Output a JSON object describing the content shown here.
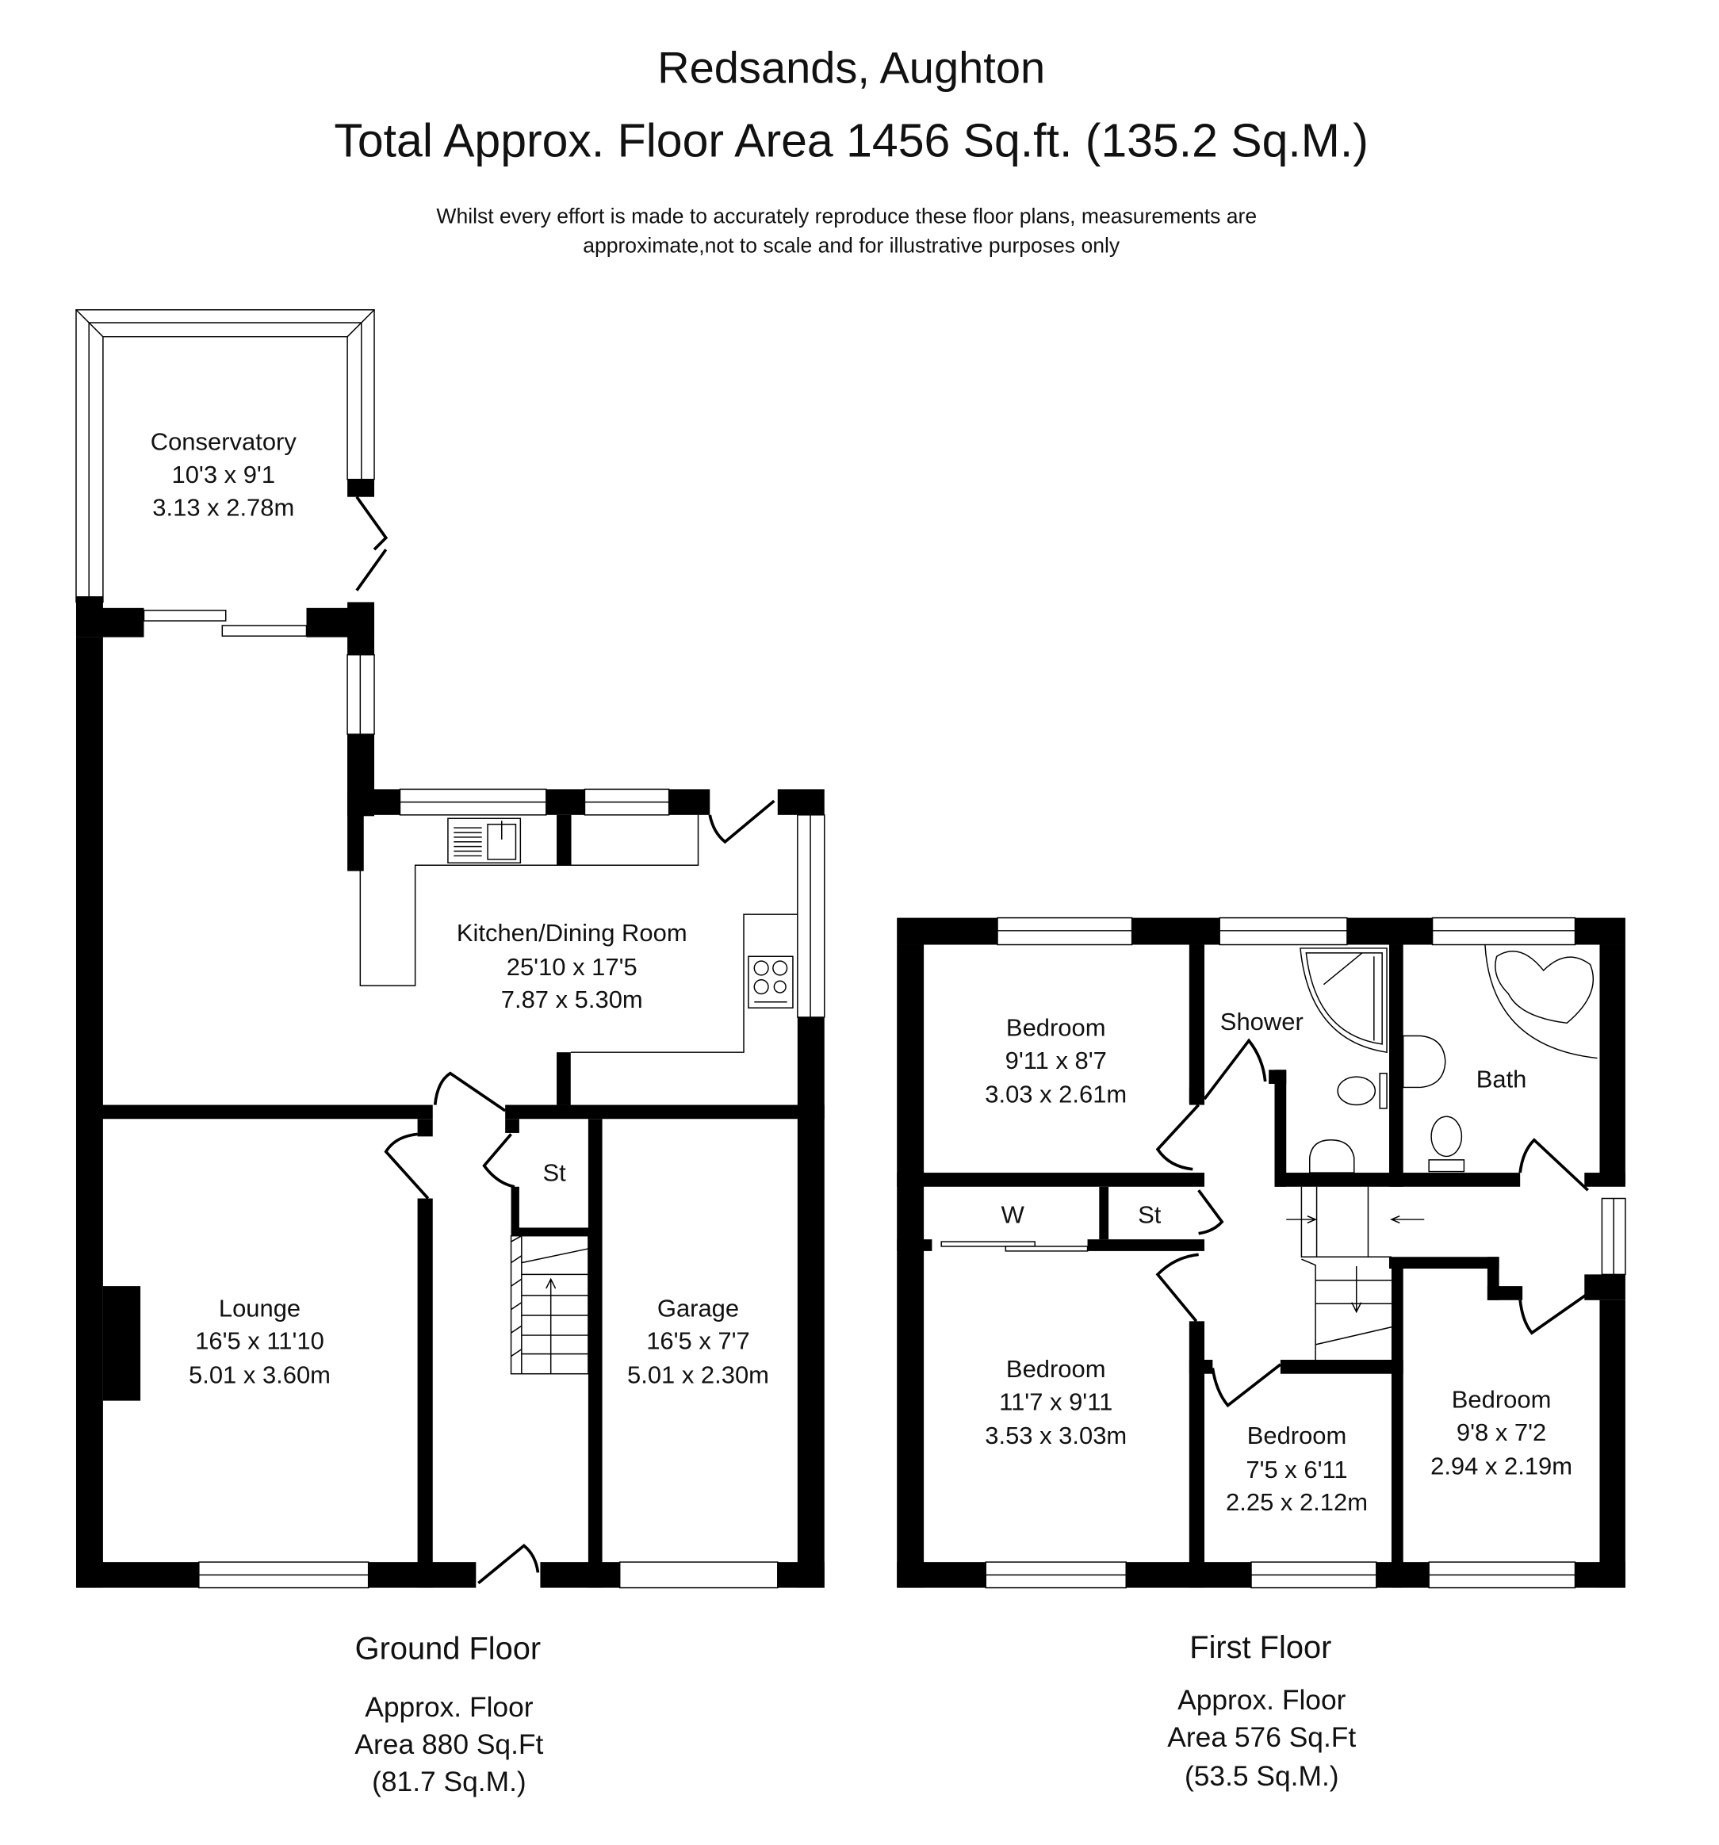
{
  "header": {
    "title": "Redsands, Aughton",
    "subtitle": "Total Approx. Floor Area 1456 Sq.ft. (135.2 Sq.M.)",
    "disclaimer_line1": "Whilst every effort is made to accurately reproduce these floor plans, measurements are",
    "disclaimer_line2": "approximate,not to scale and for illustrative purposes only"
  },
  "ground_floor": {
    "name": "Ground Floor",
    "area_line1": "Approx. Floor",
    "area_line2": "Area 880 Sq.Ft",
    "area_line3": "(81.7 Sq.M.)",
    "rooms": [
      {
        "name": "Conservatory",
        "imperial": "10'3 x 9'1",
        "metric": "3.13 x 2.78m"
      },
      {
        "name": "Kitchen/Dining Room",
        "imperial": "25'10 x 17'5",
        "metric": "7.87 x 5.30m"
      },
      {
        "name": "Lounge",
        "imperial": "16'5 x 11'10",
        "metric": "5.01 x 3.60m"
      },
      {
        "name": "Garage",
        "imperial": "16'5 x 7'7",
        "metric": "5.01 x 2.30m"
      },
      {
        "name": "St"
      }
    ]
  },
  "first_floor": {
    "name": "First Floor",
    "area_line1": "Approx. Floor",
    "area_line2": "Area 576 Sq.Ft",
    "area_line3": "(53.5 Sq.M.)",
    "rooms": [
      {
        "name": "Bedroom",
        "imperial": "9'11 x 8'7",
        "metric": "3.03 x 2.61m"
      },
      {
        "name": "Shower"
      },
      {
        "name": "Bath"
      },
      {
        "name": "W"
      },
      {
        "name": "St"
      },
      {
        "name": "Bedroom",
        "imperial": "11'7 x 9'11",
        "metric": "3.53 x 3.03m"
      },
      {
        "name": "Bedroom",
        "imperial": "7'5 x 6'11",
        "metric": "2.25 x 2.12m"
      },
      {
        "name": "Bedroom",
        "imperial": "9'8 x 7'2",
        "metric": "2.94 x 2.19m"
      }
    ]
  }
}
